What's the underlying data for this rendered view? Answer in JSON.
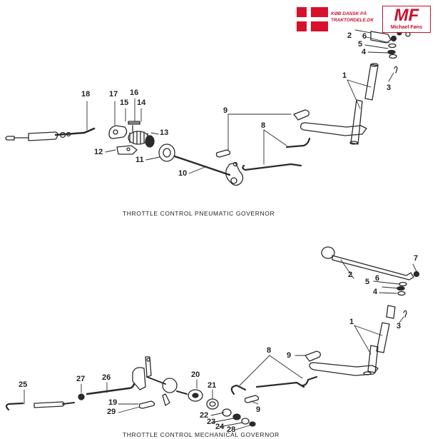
{
  "logo": {
    "shop_line1": "KØB DANSK PÅ",
    "shop_line2": "TRAKTORDELE.DK",
    "mark": "MF",
    "owner": "Michael Føns",
    "brand_color": "#c8102e",
    "flag_color": "#d8102c"
  },
  "captions": {
    "top": "THROTTLE CONTROL PNEUMATIC GOVERNOR",
    "bottom": "THROTTLE CONTROL MECHANICAL GOVERNOR"
  },
  "top_callouts": [
    "1",
    "2",
    "3",
    "4",
    "5",
    "6",
    "8",
    "9",
    "10",
    "11",
    "12",
    "13",
    "14",
    "15",
    "16",
    "17",
    "18"
  ],
  "bottom_callouts": [
    "1",
    "2",
    "3",
    "4",
    "5",
    "6",
    "7",
    "8",
    "9",
    "9",
    "19",
    "20",
    "21",
    "22",
    "23",
    "24",
    "25",
    "26",
    "27",
    "28",
    "29"
  ]
}
